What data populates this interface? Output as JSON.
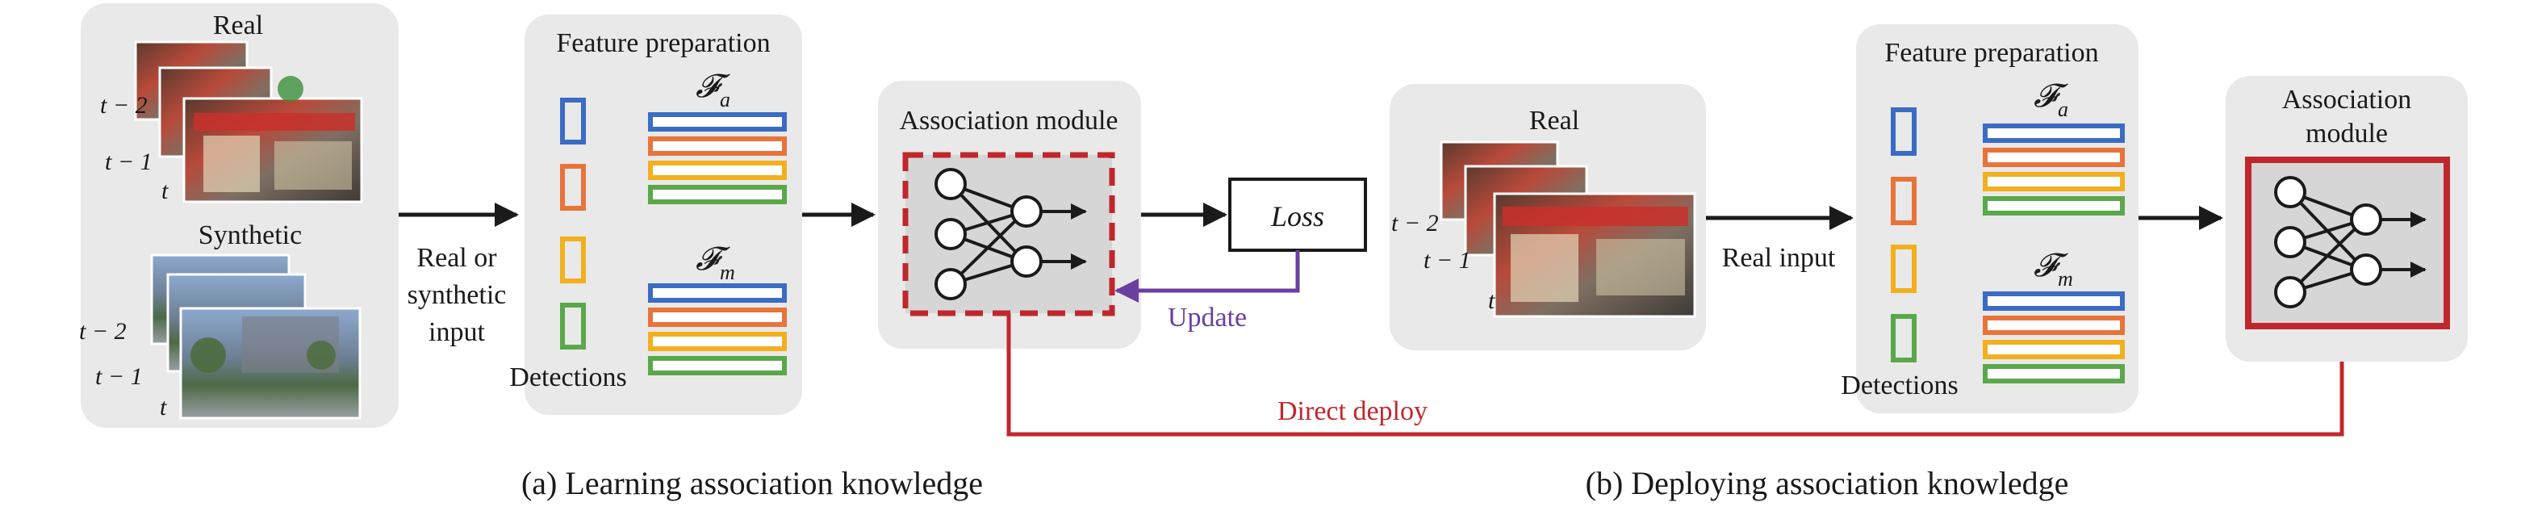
{
  "colors": {
    "panel": "#e9e9e9",
    "blue": "#3b6cc4",
    "orange": "#e8743b",
    "yellow": "#f2b01e",
    "green": "#5aa84a",
    "red": "#c0272d",
    "purple": "#6b3fa0",
    "ink": "#1a1a1a"
  },
  "panel_a": {
    "input_panel": {
      "real_label": "Real",
      "synthetic_label": "Synthetic",
      "frame_labels": [
        "t − 2",
        "t − 1",
        "t"
      ]
    },
    "input_arrow_label": [
      "Real or",
      "synthetic",
      "input"
    ],
    "feature_prep": {
      "title": "Feature preparation",
      "fa_label": "𝓕",
      "fa_sub": "a",
      "fm_label": "𝓕",
      "fm_sub": "m",
      "detections_label": "Detections"
    },
    "association": {
      "title": "Association module"
    },
    "loss": {
      "label": "Loss"
    },
    "update_label": "Update",
    "caption": "(a) Learning association knowledge"
  },
  "panel_b": {
    "input_panel": {
      "real_label": "Real",
      "frame_labels": [
        "t − 2",
        "t − 1",
        "t"
      ]
    },
    "input_arrow_label": "Real input",
    "feature_prep": {
      "title": "Feature preparation",
      "fa_label": "𝓕",
      "fa_sub": "a",
      "fm_label": "𝓕",
      "fm_sub": "m",
      "detections_label": "Detections"
    },
    "association": {
      "title_line1": "Association",
      "title_line2": "module"
    },
    "caption": "(b) Deploying association knowledge"
  },
  "direct_deploy_label": "Direct deploy"
}
